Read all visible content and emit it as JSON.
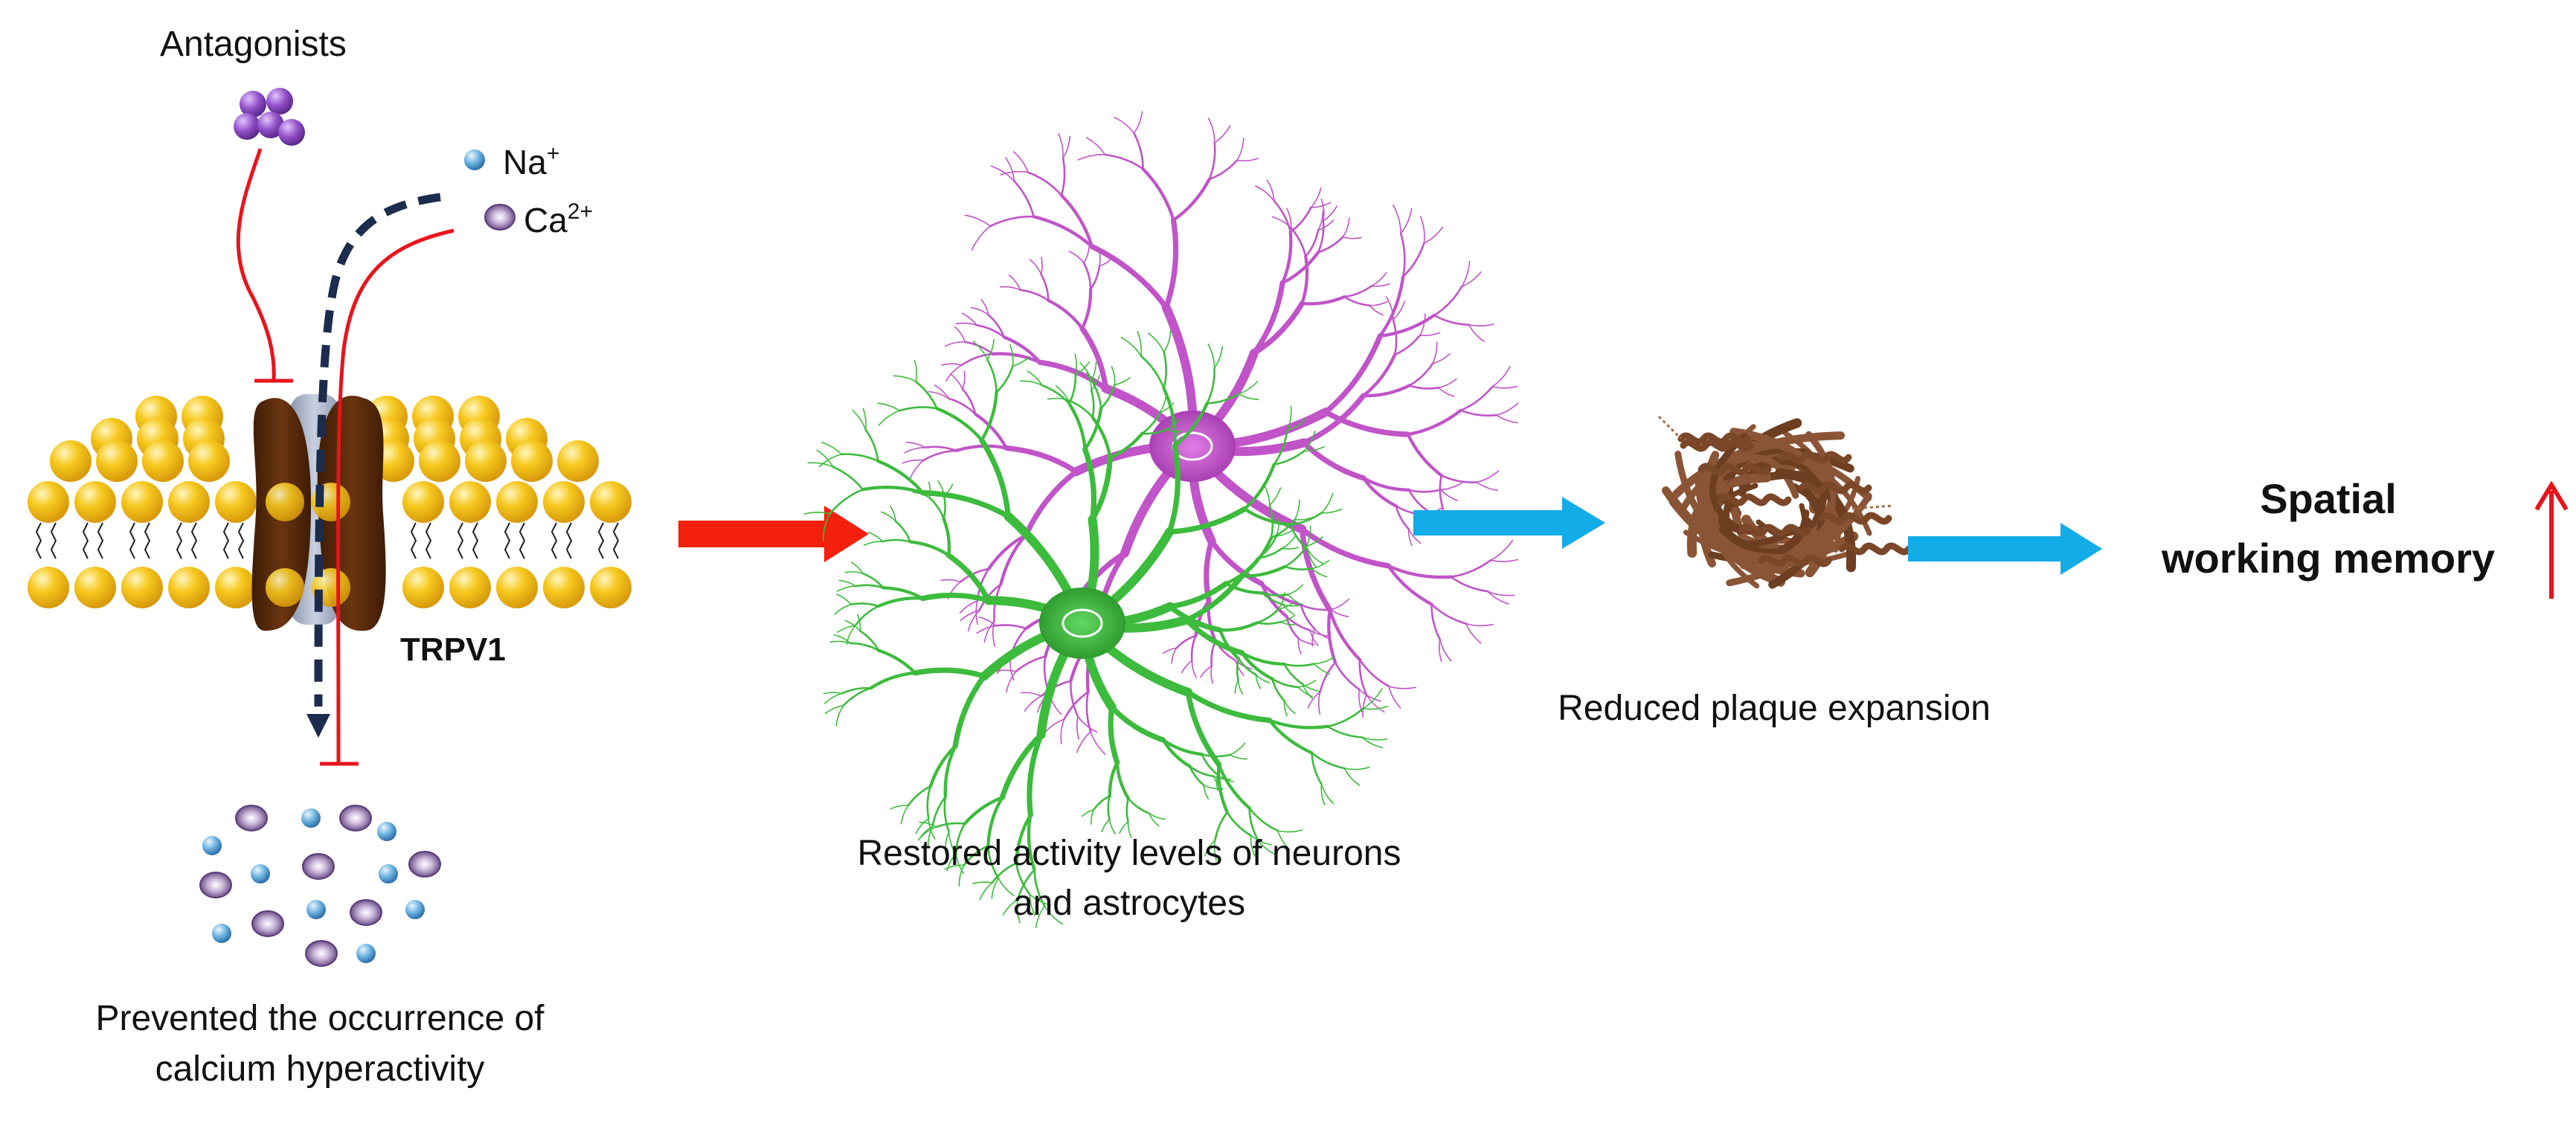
{
  "labels": {
    "antagonists": "Antagonists",
    "na_base": "Na",
    "na_sup": "+",
    "ca_base": "Ca",
    "ca_sup": "2+",
    "trpv1": "TRPV1",
    "calcium_line1": "Prevented the occurrence of",
    "calcium_line2": "calcium hyperactivity",
    "cells_line1": "Restored activity levels of neurons",
    "cells_line2": "and astrocytes",
    "plaque": "Reduced plaque expansion",
    "memory_line1": "Spatial",
    "memory_line2": "working memory"
  },
  "colors": {
    "lipid_head": "#f6c21d",
    "channel": "#5a2d0c",
    "channel_pore": "#a9b3c9",
    "ion_path": "#1c2c4c",
    "inhibition": "#e8141c",
    "red_arrow": "#f2200c",
    "blue_arrow": "#12ace8",
    "neuron": "#c054c8",
    "astrocyte": "#3dbb3d",
    "protein": "#8a5536",
    "na_ion": "#6ab0e0",
    "ca_ion": "#7a5a95",
    "antagonist": "#9250c8",
    "up_arrow": "#e8141c"
  },
  "icons": {
    "antagonist_cluster": "antagonist-molecule-icon",
    "membrane": "lipid-bilayer-icon",
    "channel": "trpv1-channel-icon",
    "neuron": "neuron-cell-icon",
    "astrocyte": "astrocyte-cell-icon",
    "protein": "amyloid-plaque-protein-icon",
    "increase": "up-arrow-icon"
  }
}
